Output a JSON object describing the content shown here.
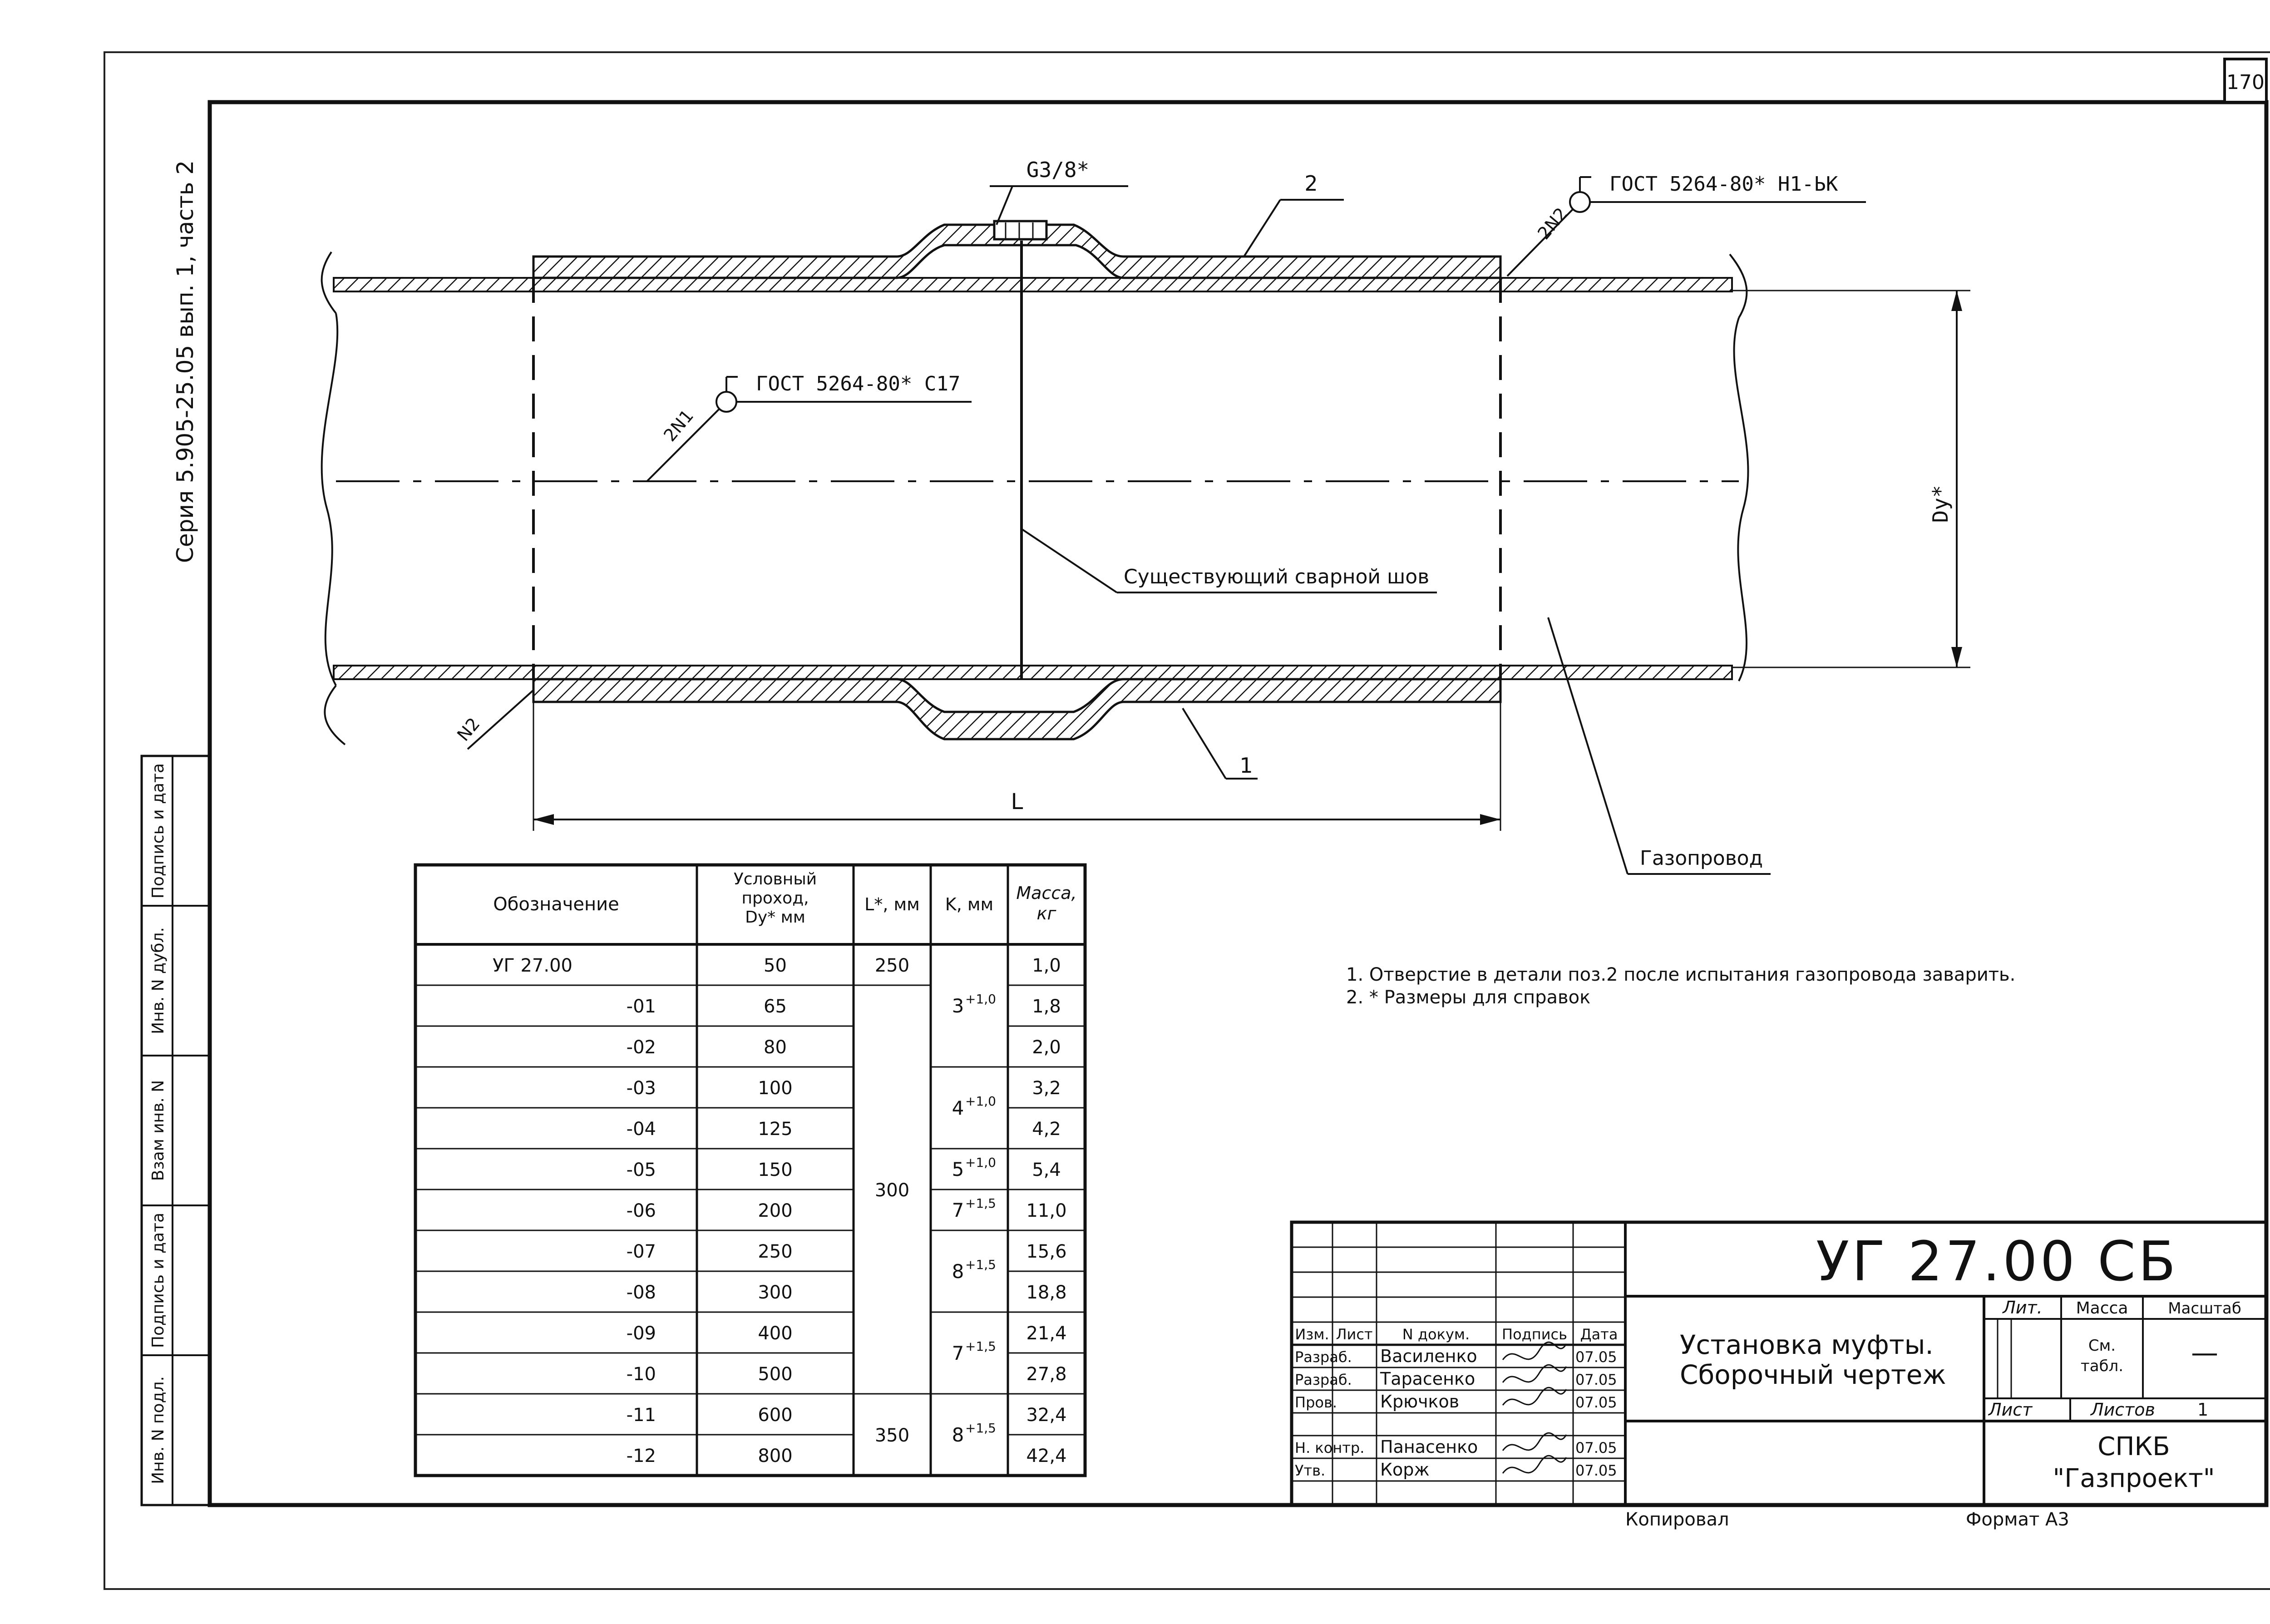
{
  "sheet": {
    "page_number": "170",
    "series_text": "Серия 5.905-25.05 вып. 1, часть 2",
    "copied_by_label": "Копировал",
    "format_label": "Формат А3"
  },
  "side_stamp": {
    "cells": [
      "Подпись и дата",
      "Инв. N дубл.",
      "Взам инв. N",
      "Подпись и дата",
      "Инв. N подл."
    ]
  },
  "drawing": {
    "thread_label": "G3/8*",
    "part_2_label": "2",
    "part_1_label": "1",
    "weld_top_symbol": "2N2",
    "weld_top_standard": "ГОСТ 5264-80* Н1-ЬК",
    "weld_inner_symbol": "2N1",
    "weld_inner_standard": "ГОСТ 5264-80* С17",
    "weld_bottom_symbol": "N2",
    "existing_weld_label": "Существующий сварной шов",
    "pipeline_label": "Газопровод",
    "diameter_label": "Dy*",
    "length_label": "L"
  },
  "notes": [
    "1. Отверстие в детали поз.2 после испытания газопровода заварить.",
    "2. * Размеры для справок"
  ],
  "spec_table": {
    "headers": [
      "Обозначение",
      "Условный проход, Dy* мм",
      "L*, мм",
      "K, мм",
      "Масса, кг"
    ],
    "header_dn_lines": [
      "Условный",
      "проход,",
      "Dy* мм"
    ],
    "header_mass_lines": [
      "Масса,",
      "кг"
    ],
    "designations": [
      "УГ 27.00",
      "-01",
      "-02",
      "-03",
      "-04",
      "-05",
      "-06",
      "-07",
      "-08",
      "-09",
      "-10",
      "-11",
      "-12"
    ],
    "dn_values": [
      "50",
      "65",
      "80",
      "100",
      "125",
      "150",
      "200",
      "250",
      "300",
      "400",
      "500",
      "600",
      "800"
    ],
    "mass_values": [
      "1,0",
      "1,8",
      "2,0",
      "3,2",
      "4,2",
      "5,4",
      "11,0",
      "15,6",
      "18,8",
      "21,4",
      "27,8",
      "32,4",
      "42,4"
    ],
    "l_groups": [
      {
        "value": "250",
        "start": 0,
        "span": 1
      },
      {
        "value": "300",
        "start": 1,
        "span": 10
      },
      {
        "value": "350",
        "start": 11,
        "span": 2
      }
    ],
    "k_groups": [
      {
        "base": "3",
        "tol": "+1,0",
        "start": 0,
        "span": 3
      },
      {
        "base": "4",
        "tol": "+1,0",
        "start": 3,
        "span": 2
      },
      {
        "base": "5",
        "tol": "+1,0",
        "start": 5,
        "span": 1
      },
      {
        "base": "7",
        "tol": "+1,5",
        "start": 6,
        "span": 1
      },
      {
        "base": "8",
        "tol": "+1,5",
        "start": 7,
        "span": 2
      },
      {
        "base": "7",
        "tol": "+1,5",
        "start": 9,
        "span": 2
      },
      {
        "base": "8",
        "tol": "+1,5",
        "start": 11,
        "span": 2
      }
    ]
  },
  "title_block": {
    "document_code": "УГ 27.00 СБ",
    "title_line1": "Установка муфты.",
    "title_line2": "Сборочный чертеж",
    "lit_label": "Лит.",
    "mass_label": "Масса",
    "scale_label": "Масштаб",
    "mass_value_line1": "См.",
    "mass_value_line2": "табл.",
    "scale_value": "—",
    "sheet_label": "Лист",
    "sheets_label": "Листов",
    "sheets_value": "1",
    "org_line1": "СПКБ",
    "org_line2": "\"Газпроект\"",
    "header_labels": [
      "Изм.",
      "Лист",
      "N докум.",
      "Подпись",
      "Дата"
    ],
    "signers": [
      {
        "role": "Разраб.",
        "name": "Василенко",
        "date": "07.05"
      },
      {
        "role": "Разраб.",
        "name": "Тарасенко",
        "date": "07.05"
      },
      {
        "role": "Пров.",
        "name": "Крючков",
        "date": "07.05"
      },
      {
        "role": "Н. контр.",
        "name": "Панасенко",
        "date": "07.05"
      },
      {
        "role": "Утв.",
        "name": "Корж",
        "date": "07.05"
      }
    ]
  }
}
